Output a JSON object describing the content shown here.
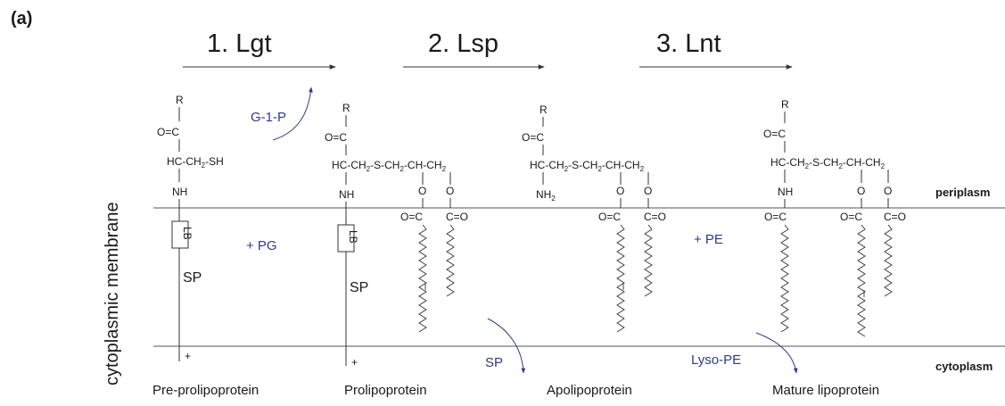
{
  "panel_label": "(a)",
  "steps": [
    "1. Lgt",
    "2. Lsp",
    "3. Lnt"
  ],
  "membrane": {
    "vertical_label": "cytoplasmic membrane",
    "top_side": "periplasm",
    "bottom_side": "cytoplasm"
  },
  "stages": [
    "Pre-prolipoprotein",
    "Prolipoprotein",
    "Apolipoprotein",
    "Mature lipoprotein"
  ],
  "molecules": {
    "R": "R",
    "carbonyl": "O=C",
    "hc_sh_main": "HC-CH",
    "hc_sh_sub": "2",
    "hc_sh_tail": "-SH",
    "thioether_a": "HC-CH",
    "thioether_sub1": "2",
    "thioether_b": "-S-CH",
    "thioether_sub2": "2",
    "thioether_c": "-CH-CH",
    "thioether_sub3": "2",
    "NH": "NH",
    "NH2_main": "NH",
    "NH2_sub": "2",
    "O": "O",
    "ester_left": "O=C",
    "ester_right": "C=O",
    "LB": "LB",
    "SP": "SP",
    "plus": "+"
  },
  "byproducts": {
    "g1p": "G-1-P",
    "plus_pg": "+ PG",
    "sp": "SP",
    "plus_pe": "+ PE",
    "lyso_pe": "Lyso-PE"
  },
  "colors": {
    "reagent_blue": "#2e3a8c",
    "ink": "#1a1a1a",
    "line": "#333333"
  }
}
